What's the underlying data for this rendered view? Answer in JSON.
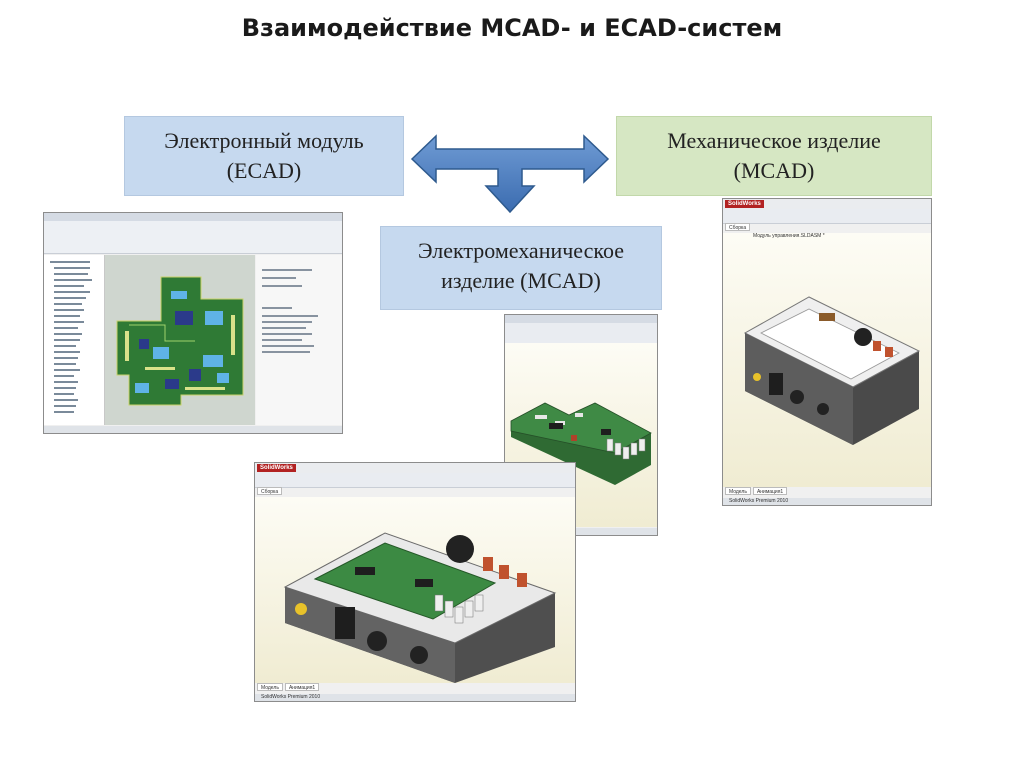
{
  "slide": {
    "title": "Взаимодействие MCAD- и ECAD-систем"
  },
  "boxes": {
    "ecad": {
      "line1": "Электронный модуль",
      "line2": "(ECAD)"
    },
    "mcad": {
      "line1": "Механическое изделие",
      "line2": "(MCAD)"
    },
    "electromech": {
      "line1": "Электромеханическое",
      "line2": "изделие (MCAD)"
    }
  },
  "screens": {
    "mcad_top": {
      "brand": "SolidWorks",
      "tab": "Сборка",
      "doc_title": "Модуль управления.SLDASM *",
      "footer_tab": "Модель",
      "footer_tab2": "Анимация1",
      "status": "SolidWorks Premium 2010"
    },
    "bottom": {
      "brand": "SolidWorks",
      "tab": "Сборка",
      "footer_tab": "Модель",
      "footer_tab2": "Анимация1",
      "status": "SolidWorks Premium 2010"
    }
  },
  "colors": {
    "ecad_fill": "#c6d9ef",
    "mcad_fill": "#d6e7c3",
    "arrow_fill": "#4f81bd",
    "pcb_green": "#2f7a35"
  }
}
